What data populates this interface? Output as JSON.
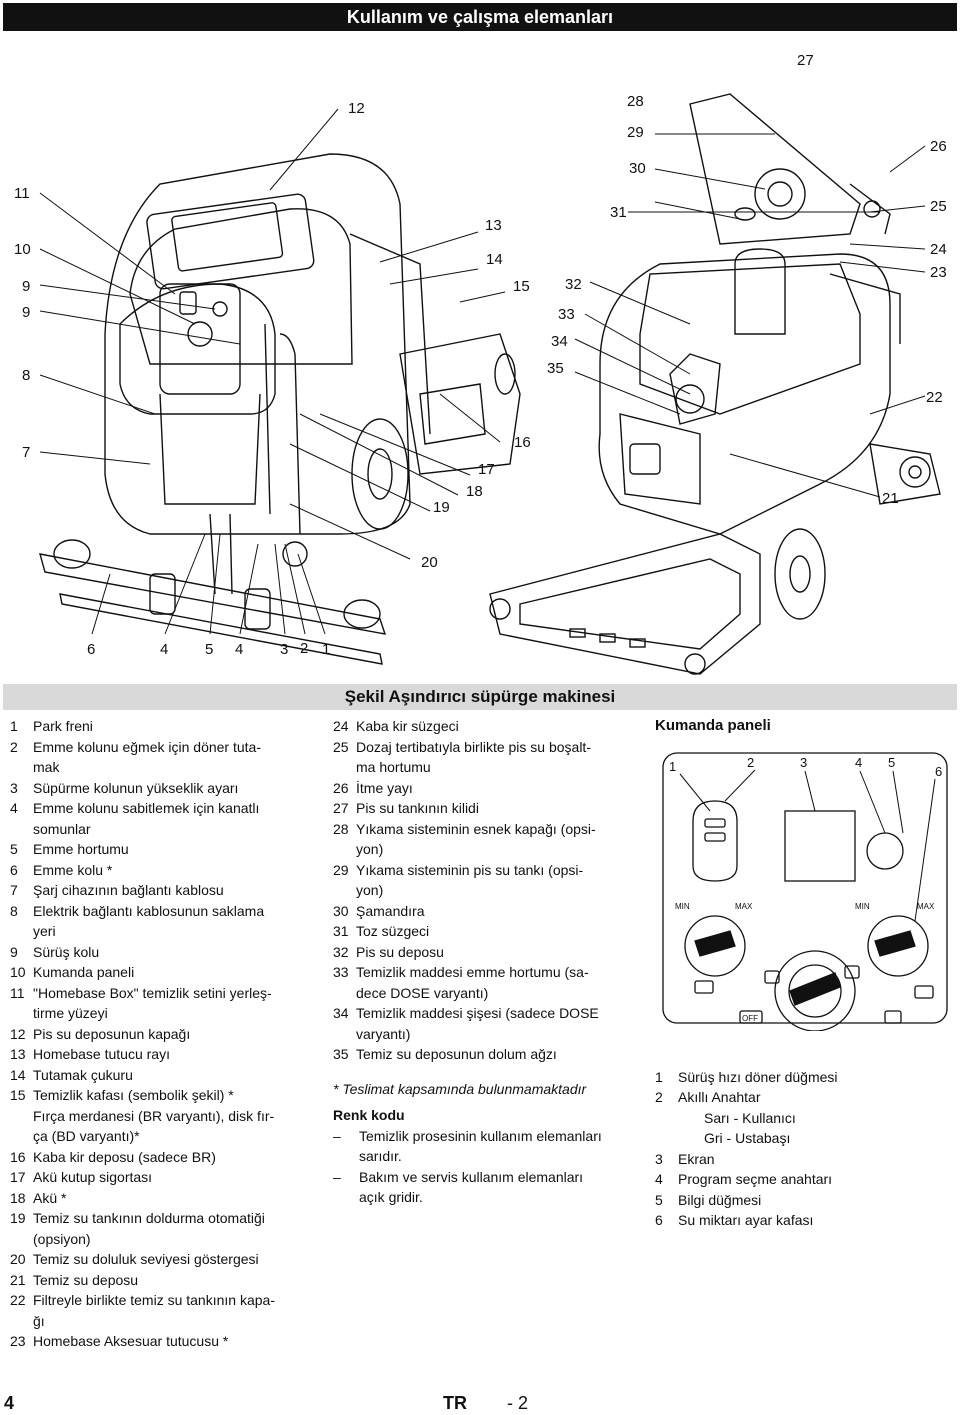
{
  "header": {
    "title": "Kullanım ve çalışma elemanları"
  },
  "figure": {
    "caption": "Şekil Aşındırıcı süpürge makinesi",
    "left_callouts": [
      "11",
      "10",
      "9",
      "9",
      "8",
      "7"
    ],
    "center_callouts": [
      "12",
      "13",
      "14",
      "15",
      "16",
      "17",
      "18",
      "19",
      "20"
    ],
    "bottom_callouts": [
      "6",
      "4",
      "5",
      "4",
      "3",
      "2",
      "1"
    ],
    "right_callouts_mid": [
      "27",
      "28",
      "29",
      "30",
      "31",
      "32",
      "33",
      "34",
      "35"
    ],
    "right_callouts_edge": [
      "26",
      "25",
      "24",
      "23",
      "22",
      "21"
    ]
  },
  "col1": [
    {
      "n": "1",
      "t": "Park freni"
    },
    {
      "n": "2",
      "t": "Emme kolunu eğmek için döner tuta-"
    },
    {
      "n": "",
      "t": "mak"
    },
    {
      "n": "3",
      "t": "Süpürme kolunun yükseklik ayarı"
    },
    {
      "n": "4",
      "t": "Emme kolunu sabitlemek için kanatlı"
    },
    {
      "n": "",
      "t": "somunlar"
    },
    {
      "n": "5",
      "t": "Emme hortumu"
    },
    {
      "n": "6",
      "t": "Emme kolu *"
    },
    {
      "n": "7",
      "t": "Şarj cihazının bağlantı kablosu"
    },
    {
      "n": "8",
      "t": "Elektrik bağlantı kablosunun saklama"
    },
    {
      "n": "",
      "t": "yeri"
    },
    {
      "n": "9",
      "t": "Sürüş kolu"
    },
    {
      "n": "10",
      "t": "Kumanda paneli"
    },
    {
      "n": "11",
      "t": "\"Homebase Box\" temizlik setini yerleş-"
    },
    {
      "n": "",
      "t": "tirme yüzeyi"
    },
    {
      "n": "12",
      "t": "Pis su deposunun kapağı"
    },
    {
      "n": "13",
      "t": "Homebase tutucu rayı"
    },
    {
      "n": "14",
      "t": "Tutamak çukuru"
    },
    {
      "n": "15",
      "t": "Temizlik kafası (sembolik şekil) *"
    },
    {
      "n": "",
      "t": "Fırça merdanesi (BR varyantı), disk fır-"
    },
    {
      "n": "",
      "t": "ça (BD varyantı)*"
    },
    {
      "n": "16",
      "t": "Kaba kir deposu (sadece BR)"
    },
    {
      "n": "17",
      "t": "Akü kutup sigortası"
    },
    {
      "n": "18",
      "t": "Akü *"
    },
    {
      "n": "19",
      "t": "Temiz su tankının doldurma otomatiği"
    },
    {
      "n": "",
      "t": "(opsiyon)"
    },
    {
      "n": "20",
      "t": "Temiz su doluluk seviyesi göstergesi"
    },
    {
      "n": "21",
      "t": "Temiz su deposu"
    },
    {
      "n": "22",
      "t": "Filtreyle birlikte temiz su tankının kapa-"
    },
    {
      "n": "",
      "t": "ğı"
    },
    {
      "n": "23",
      "t": "Homebase Aksesuar tutucusu *"
    }
  ],
  "col2": [
    {
      "n": "24",
      "t": "Kaba kir süzgeci"
    },
    {
      "n": "25",
      "t": "Dozaj tertibatıyla birlikte pis su boşalt-"
    },
    {
      "n": "",
      "t": "ma hortumu"
    },
    {
      "n": "26",
      "t": "İtme yayı"
    },
    {
      "n": "27",
      "t": "Pis su tankının kilidi"
    },
    {
      "n": "28",
      "t": "Yıkama sisteminin esnek kapağı (opsi-"
    },
    {
      "n": "",
      "t": "yon)"
    },
    {
      "n": "29",
      "t": "Yıkama sisteminin pis su tankı (opsi-"
    },
    {
      "n": "",
      "t": "yon)"
    },
    {
      "n": "30",
      "t": "Şamandıra"
    },
    {
      "n": "31",
      "t": "Toz süzgeci"
    },
    {
      "n": "32",
      "t": "Pis su deposu"
    },
    {
      "n": "33",
      "t": "Temizlik maddesi emme hortumu (sa-"
    },
    {
      "n": "",
      "t": "dece DOSE varyantı)"
    },
    {
      "n": "34",
      "t": "Temizlik maddesi şişesi (sadece DOSE"
    },
    {
      "n": "",
      "t": "varyantı)"
    },
    {
      "n": "35",
      "t": "Temiz su deposunun dolum ağzı"
    }
  ],
  "note": "* Teslimat kapsamında bulunmamaktadır",
  "color_code": {
    "title": "Renk kodu",
    "items": [
      {
        "d": "–",
        "t": "Temizlik prosesinin kullanım elemanları"
      },
      {
        "d": "",
        "t": "sarıdır."
      },
      {
        "d": "–",
        "t": "Bakım ve servis kullanım elemanları"
      },
      {
        "d": "",
        "t": "açık gridir."
      }
    ]
  },
  "control_panel": {
    "title": "Kumanda paneli",
    "callouts": [
      "1",
      "2",
      "3",
      "4",
      "5",
      "6"
    ],
    "min_label": "MIN",
    "max_label": "MAX",
    "off_label": "OFF",
    "legend": [
      {
        "n": "1",
        "t": "Sürüş hızı döner düğmesi",
        "sub": false
      },
      {
        "n": "2",
        "t": "Akıllı Anahtar",
        "sub": false
      },
      {
        "n": "",
        "t": "Sarı - Kullanıcı",
        "sub": true
      },
      {
        "n": "",
        "t": "Gri - Ustabaşı",
        "sub": true
      },
      {
        "n": "3",
        "t": "Ekran",
        "sub": false
      },
      {
        "n": "4",
        "t": "Program seçme anahtarı",
        "sub": false
      },
      {
        "n": "5",
        "t": "Bilgi düğmesi",
        "sub": false
      },
      {
        "n": "6",
        "t": "Su miktarı ayar kafası",
        "sub": false
      }
    ]
  },
  "footer": {
    "page": "4",
    "lang": "TR",
    "sub": "- 2"
  }
}
